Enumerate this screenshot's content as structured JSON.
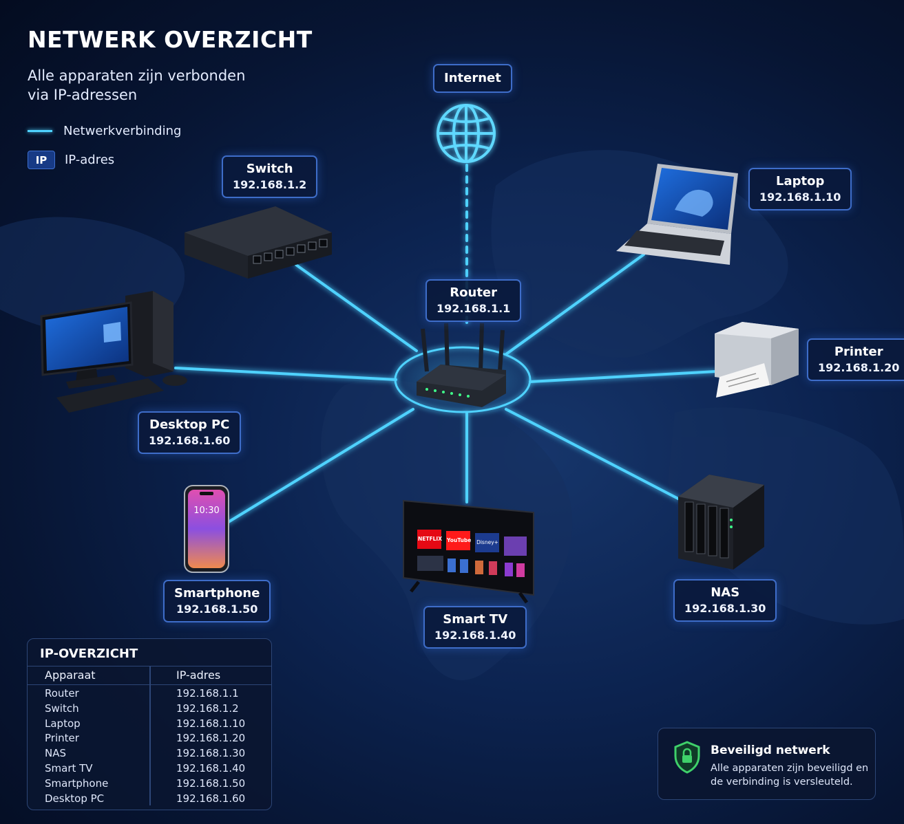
{
  "header": {
    "title": "NETWERK OVERZICHT",
    "subtitle": "Alle apparaten zijn verbonden via IP-adressen"
  },
  "legend": {
    "connection_label": "Netwerkverbinding",
    "ip_badge": "IP",
    "ip_label": "IP-adres"
  },
  "nodes": {
    "internet": {
      "name": "Internet"
    },
    "router": {
      "name": "Router",
      "ip": "192.168.1.1"
    },
    "switch": {
      "name": "Switch",
      "ip": "192.168.1.2"
    },
    "laptop": {
      "name": "Laptop",
      "ip": "192.168.1.10"
    },
    "printer": {
      "name": "Printer",
      "ip": "192.168.1.20"
    },
    "nas": {
      "name": "NAS",
      "ip": "192.168.1.30"
    },
    "smart_tv": {
      "name": "Smart TV",
      "ip": "192.168.1.40"
    },
    "smartphone": {
      "name": "Smartphone",
      "ip": "192.168.1.50"
    },
    "desktop_pc": {
      "name": "Desktop PC",
      "ip": "192.168.1.60"
    }
  },
  "device_text": {
    "phone_time": "10:30",
    "tv_netflix": "NETFLIX",
    "tv_youtube": "YouTube",
    "tv_disney": "Disney+"
  },
  "ip_table": {
    "title": "IP-OVERZICHT",
    "headers": [
      "Apparaat",
      "IP-adres"
    ],
    "rows": [
      [
        "Router",
        "192.168.1.1"
      ],
      [
        "Switch",
        "192.168.1.2"
      ],
      [
        "Laptop",
        "192.168.1.10"
      ],
      [
        "Printer",
        "192.168.1.20"
      ],
      [
        "NAS",
        "192.168.1.30"
      ],
      [
        "Smart TV",
        "192.168.1.40"
      ],
      [
        "Smartphone",
        "192.168.1.50"
      ],
      [
        "Desktop PC",
        "192.168.1.60"
      ]
    ]
  },
  "security": {
    "title": "Beveiligd netwerk",
    "description": "Alle apparaten zijn beveiligd en de verbinding is versleuteld.",
    "icon": "shield-lock-icon"
  },
  "colors": {
    "link": "#4fd2ff",
    "label_border": "#3e6dc9",
    "security_green": "#3fd06a"
  }
}
